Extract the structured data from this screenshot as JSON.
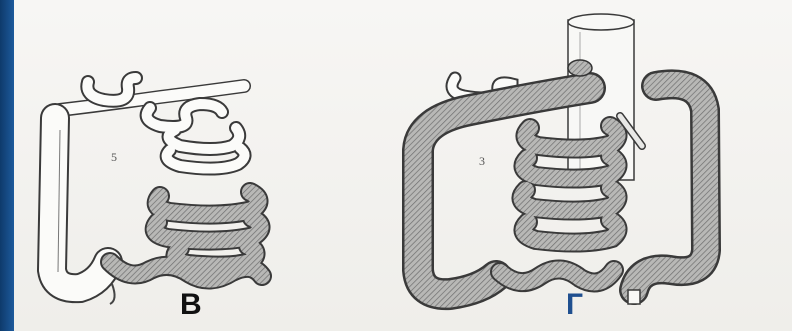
{
  "labels": {
    "left": "В",
    "right": "Г"
  },
  "numbers": {
    "left": "5",
    "right": "3"
  },
  "colors": {
    "background": "#17487e",
    "panel": "#f5f4f1",
    "shaded": "#9a9a9a",
    "outline": "#3a3a3a",
    "label_right": "#1f4f8f"
  }
}
